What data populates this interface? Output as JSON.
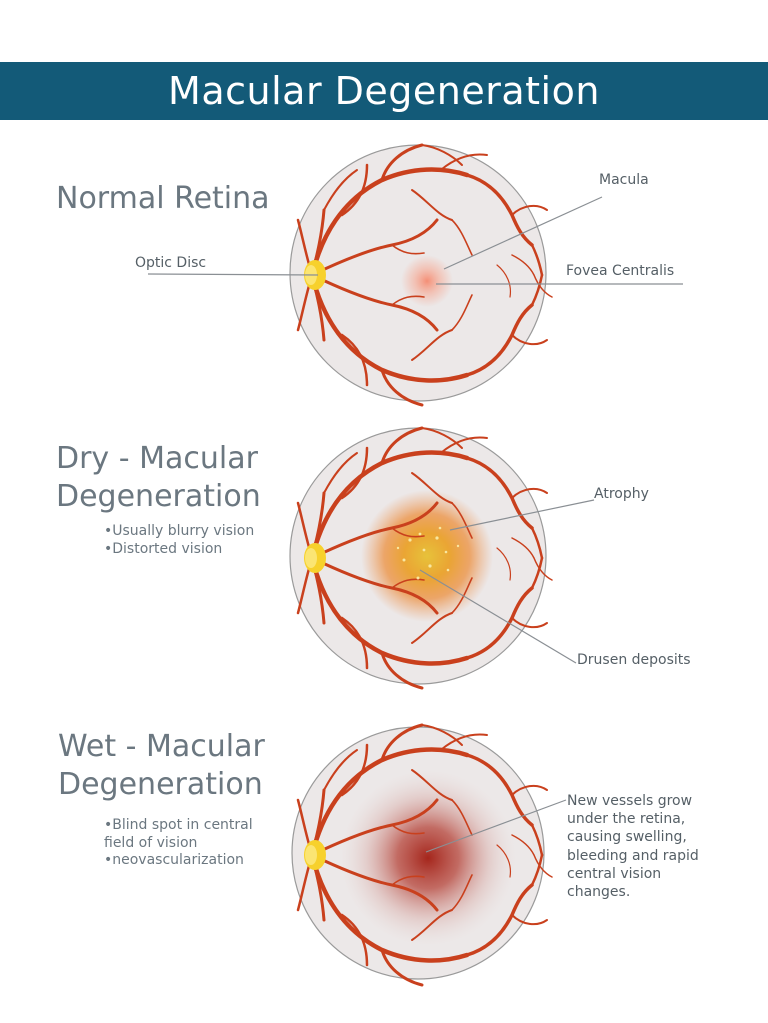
{
  "header": {
    "title": "Macular Degeneration"
  },
  "sections": [
    {
      "title_lines": [
        "Normal Retina"
      ],
      "bullets": [],
      "labels": {
        "optic_disc": "Optic Disc",
        "macula": "Macula",
        "fovea": "Fovea Centralis"
      }
    },
    {
      "title_lines": [
        "Dry - Macular",
        "Degeneration"
      ],
      "bullets": [
        "•Usually blurry vision",
        "•Distorted vision"
      ],
      "labels": {
        "atrophy": "Atrophy",
        "drusen": "Drusen deposits"
      }
    },
    {
      "title_lines": [
        "Wet - Macular",
        "Degeneration"
      ],
      "bullets": [
        "•Blind spot in central",
        "field of vision",
        "•neovascularization"
      ],
      "labels": {
        "vessels": [
          "New vessels grow",
          "under the retina,",
          "causing swelling,",
          "bleeding and rapid",
          "central vision",
          "changes."
        ]
      }
    }
  ],
  "colors": {
    "banner": "#135a78",
    "retina_fill": "#ece8e8",
    "vessel": "#c9401d",
    "optic_disc": "#f7d12c",
    "text": "#6b7780"
  }
}
